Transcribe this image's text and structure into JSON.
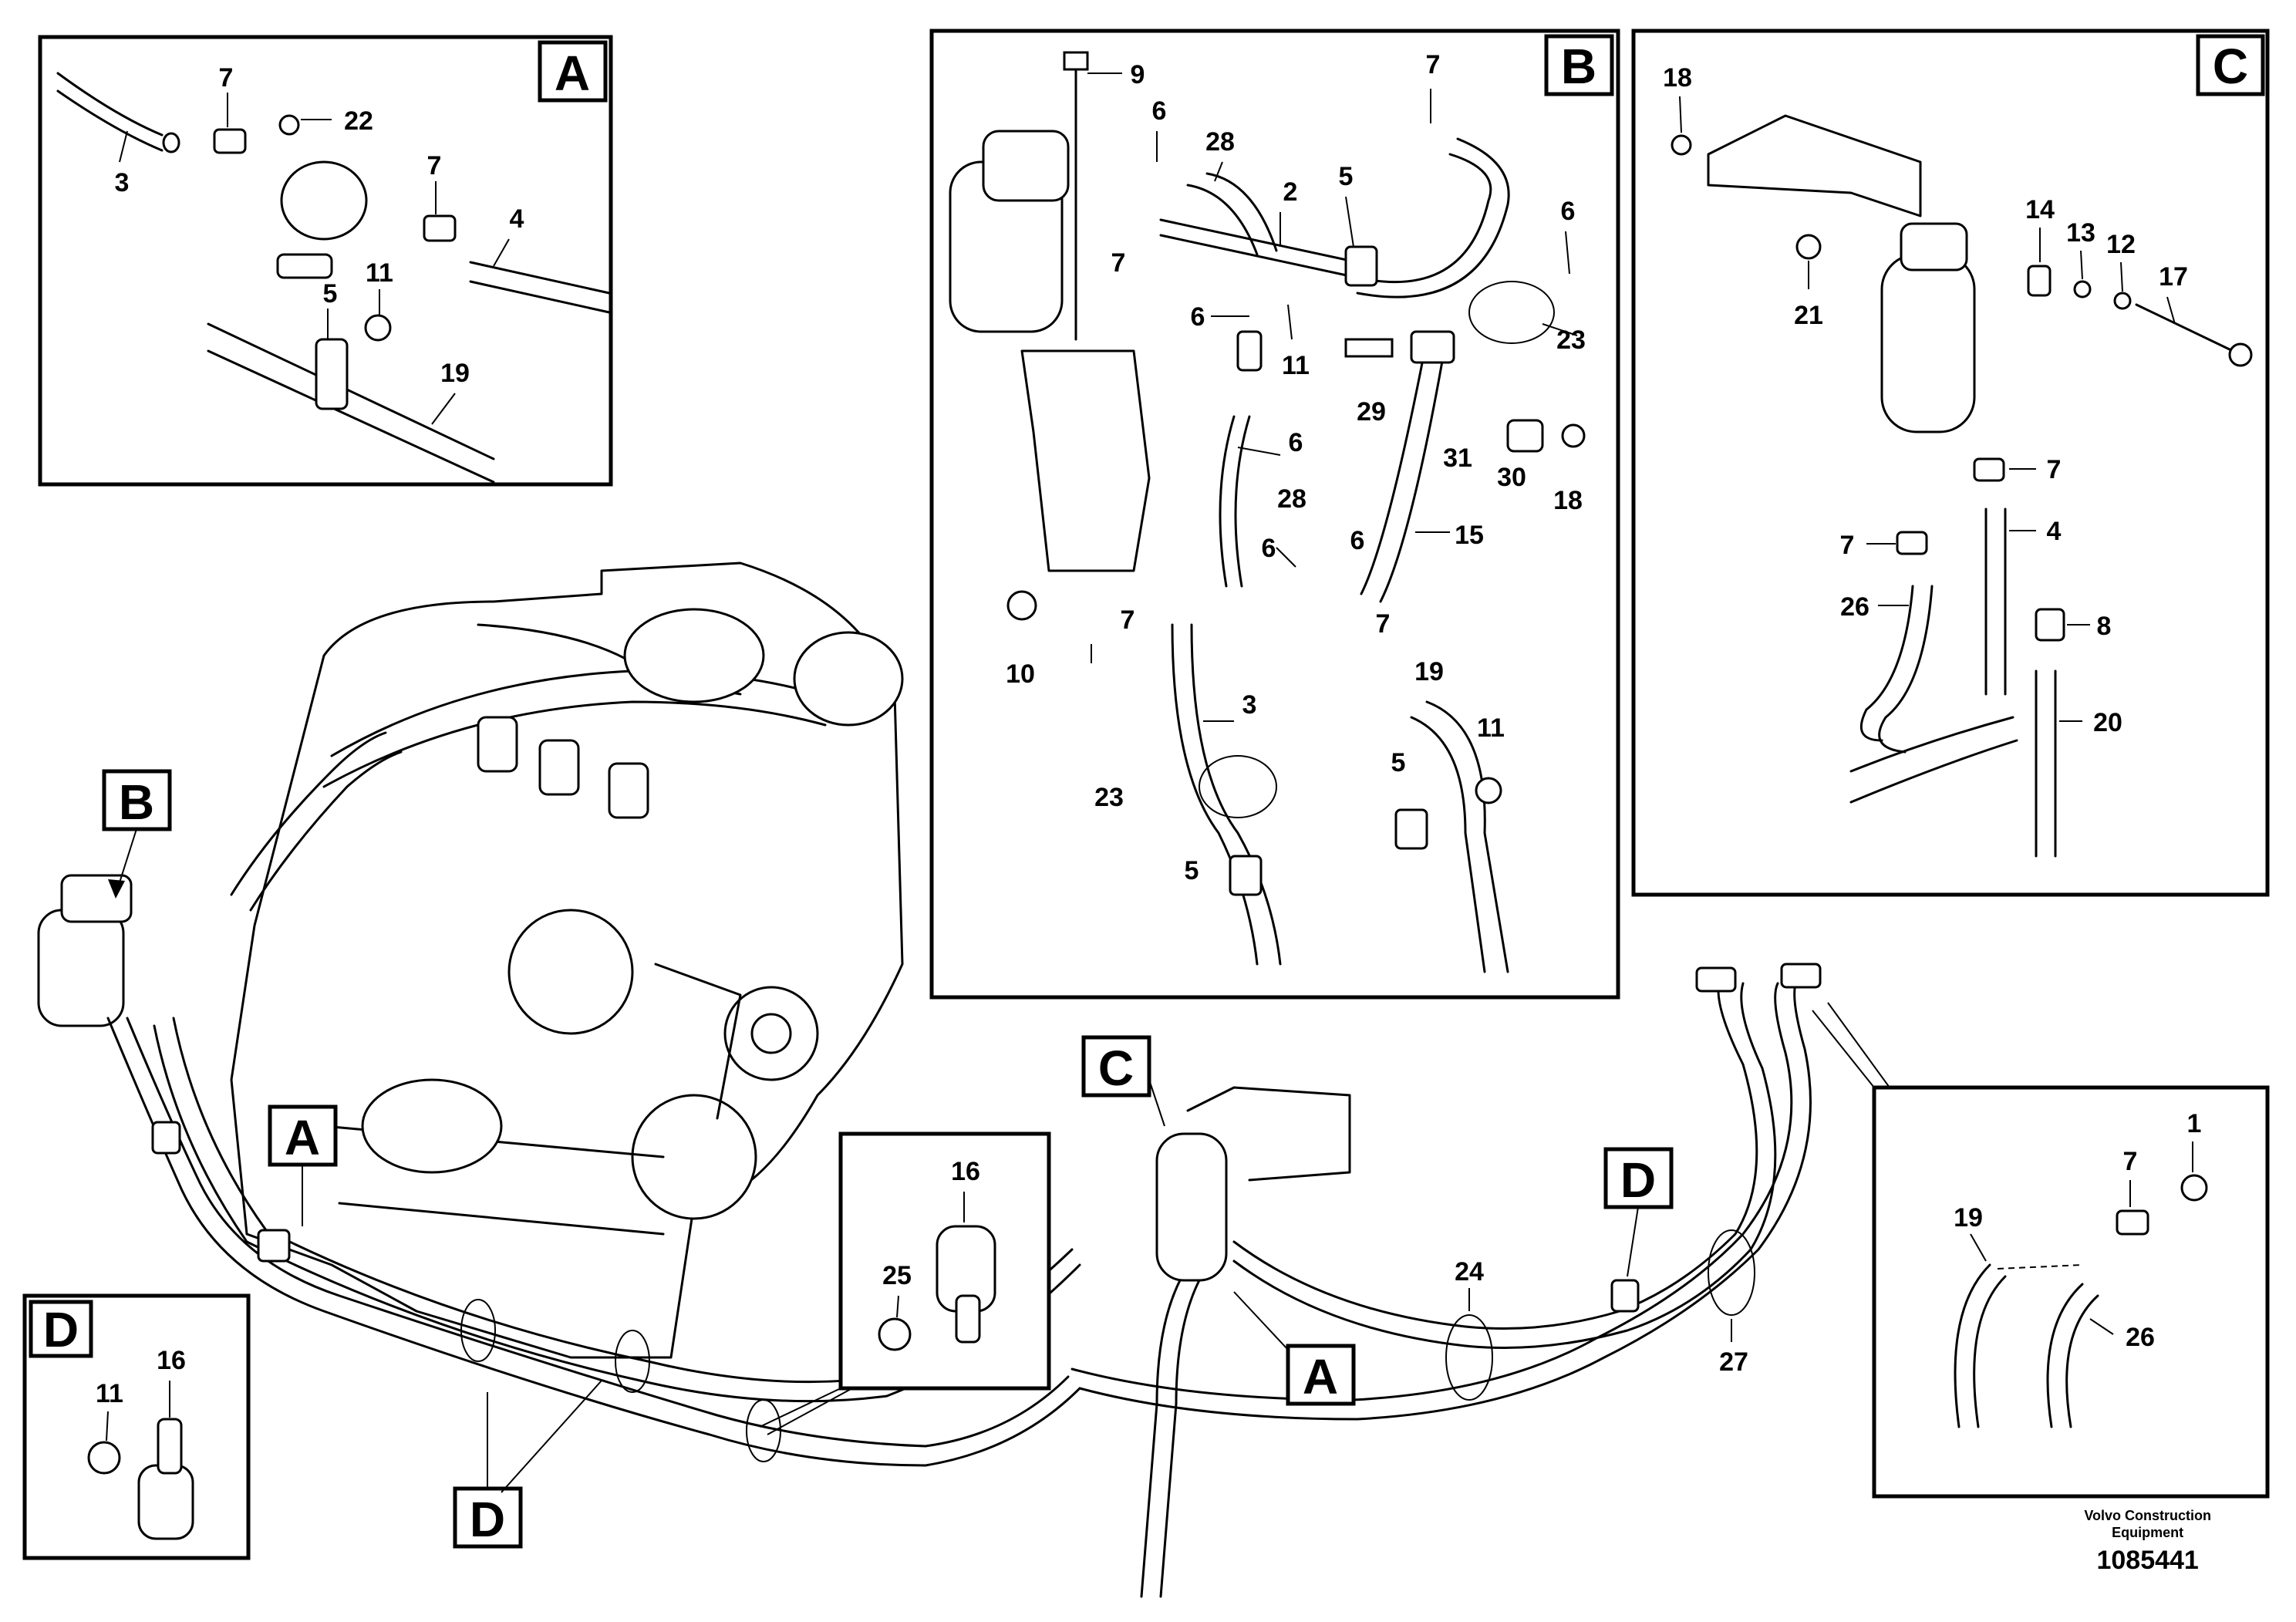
{
  "detail_tags": {
    "a": "A",
    "b": "B",
    "c": "C",
    "d": "D"
  },
  "panel_a": {
    "tag": "A",
    "callouts": [
      "7",
      "22",
      "3",
      "7",
      "4",
      "5",
      "11",
      "19"
    ]
  },
  "panel_b": {
    "tag": "B",
    "callouts": [
      "9",
      "7",
      "6",
      "28",
      "2",
      "5",
      "6",
      "7",
      "6",
      "11",
      "23",
      "29",
      "31",
      "30",
      "18",
      "6",
      "28",
      "6",
      "15",
      "6",
      "7",
      "10",
      "7",
      "19",
      "3",
      "11",
      "23",
      "5",
      "5"
    ]
  },
  "panel_c": {
    "tag": "C",
    "callouts": [
      "18",
      "14",
      "13",
      "12",
      "17",
      "21",
      "7",
      "7",
      "4",
      "26",
      "8",
      "20"
    ]
  },
  "panel_d": {
    "tag": "D",
    "callouts": [
      "16",
      "11"
    ]
  },
  "inset_clip": {
    "callouts": [
      "16",
      "25"
    ]
  },
  "inset_hose": {
    "callouts": [
      "1",
      "7",
      "19",
      "26"
    ]
  },
  "main": {
    "callouts": [
      "24",
      "27"
    ]
  },
  "footer": {
    "brand_line1": "Volvo Construction",
    "brand_line2": "Equipment",
    "doc_number": "1085441"
  }
}
